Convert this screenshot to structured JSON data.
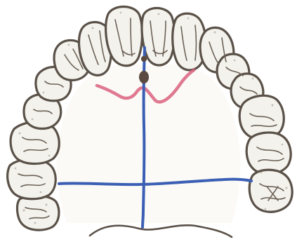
{
  "figure": {
    "subject": "maxillary-dental-arch-occlusal-view",
    "colors": {
      "background": "#ffffff",
      "tooth_fill": "#f3f2ec",
      "outline": "#5a5148",
      "midline": "#3b5fb4",
      "transverse_line": "#3b5fb4",
      "gingival_outline": "#d9607e",
      "papilla": "#5a4a3f"
    },
    "icons": [
      "tooth-outline",
      "incisive-papilla"
    ]
  }
}
